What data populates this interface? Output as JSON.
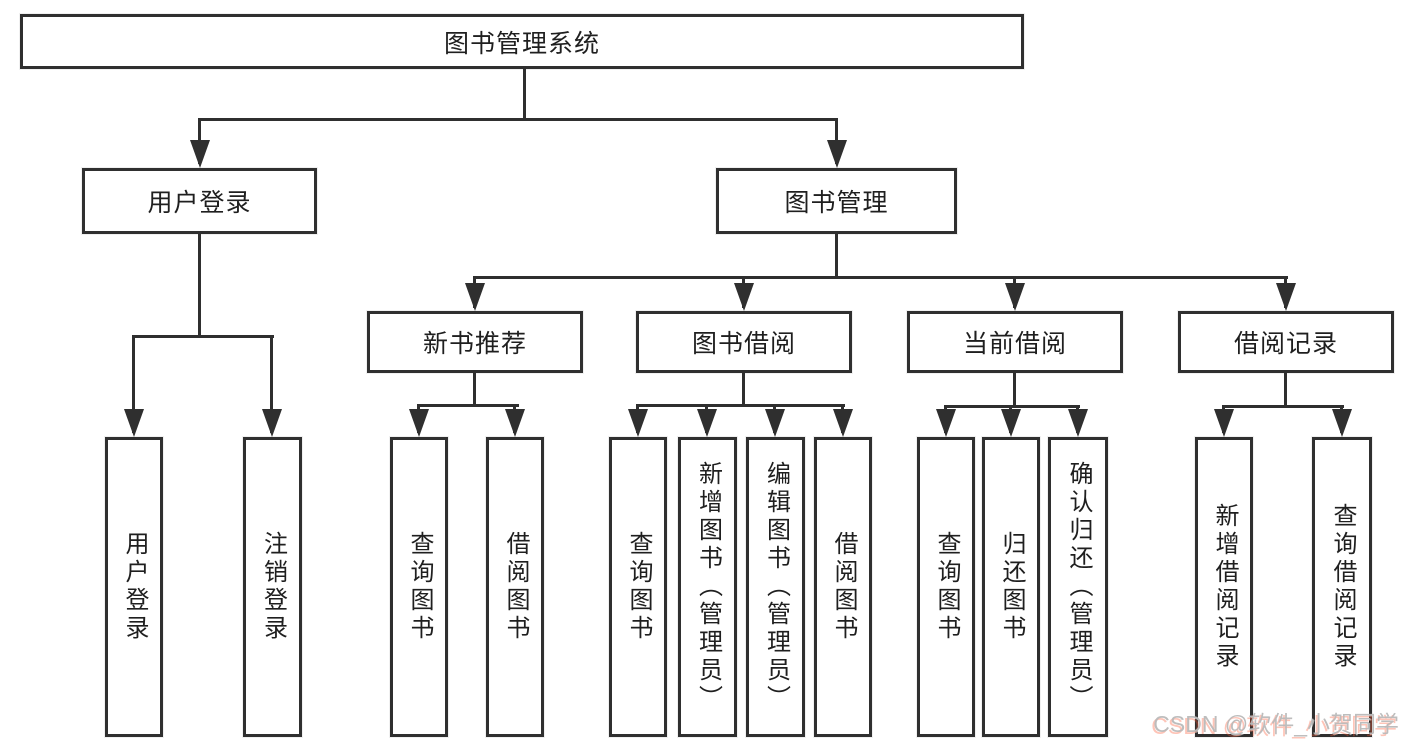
{
  "colors": {
    "line": "#2f2f2f",
    "box_border": "#2f2f2f",
    "box_background": "#ffffff",
    "text": "#1f1f1f",
    "watermark_text": "#b9b9b9",
    "watermark_shadow": "#fc5531"
  },
  "root": {
    "label": "图书管理系统"
  },
  "level2": {
    "user_login": {
      "label": "用户登录"
    },
    "book_management": {
      "label": "图书管理"
    }
  },
  "level3": {
    "new_book_recommend": {
      "label": "新书推荐"
    },
    "book_borrowing": {
      "label": "图书借阅"
    },
    "current_borrowing": {
      "label": "当前借阅"
    },
    "borrowing_records": {
      "label": "借阅记录"
    }
  },
  "leaves": {
    "login": {
      "label": "用户登录"
    },
    "logout": {
      "label": "注销登录"
    },
    "recommend_query_books": {
      "label": "查询图书"
    },
    "recommend_borrow_books": {
      "label": "借阅图书"
    },
    "borrowing_query_books": {
      "label": "查询图书"
    },
    "borrowing_add_books": {
      "label": "新增图书（管理员）"
    },
    "borrowing_edit_books": {
      "label": "编辑图书（管理员）"
    },
    "borrowing_borrow_books": {
      "label": "借阅图书"
    },
    "current_query_books": {
      "label": "查询图书"
    },
    "current_return_books": {
      "label": "归还图书"
    },
    "current_confirm_return": {
      "label": "确认归还（管理员）"
    },
    "records_add_record": {
      "label": "新增借阅记录"
    },
    "records_query_record": {
      "label": "查询借阅记录"
    }
  },
  "watermark": {
    "text": "CSDN @软件_小贺同学"
  }
}
